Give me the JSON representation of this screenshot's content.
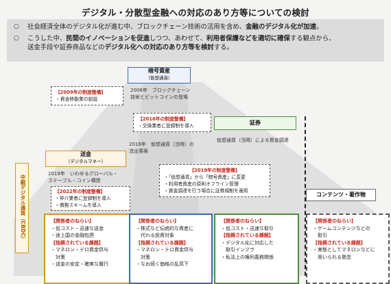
{
  "title": "デジタル・分散型金融への対応のあり方等についての検討",
  "intro": {
    "bullet_mark": "○",
    "b1": [
      "社会経済全体のデジタル化が進む中、ブロックチェーン技術の活用を含め、",
      "金融のデジタル化が加速",
      "。"
    ],
    "b2_line1": [
      "こうした中、",
      "民間のイノベーションを促進",
      "しつつ、あわせて、",
      "利用者保護などを適切に確保",
      "する観点から、"
    ],
    "b2_line2": [
      "送金手段や証券商品などの",
      "デジタル化への対応のあり方等を検討",
      "する。"
    ]
  },
  "crypto": {
    "title": "暗号資産",
    "sub": "（仮想通貨）",
    "note": "2008年　ブロックチェーン\n技術とビットコインの登場",
    "reg2009_head": "【2009年の制度整備】",
    "reg2009_item": "・資金移動業の創設",
    "reg2016_head": "【2016年の制度整備】",
    "reg2016_item": "・交換業者に登録制を導入",
    "note2018": "2018年　仮想通貨（当時）の\n流出事案"
  },
  "securities": {
    "title": "証券",
    "note": "仮想通貨（当時）による資金調達"
  },
  "reg2019": {
    "head": "【2019年の制度整備】",
    "items": [
      "・「仮想通貨」から「暗号資産」に変更",
      "・利用者資産の原則オフライン管理",
      "・資金調達を行う場合に証券規制を適用"
    ]
  },
  "remit": {
    "title": "送金",
    "sub": "（デジタルマネー）",
    "note": "2019年　いわゆるグローバル・\nステーブル・コイン構想",
    "reg2022_head": "【2022年の制度整備】",
    "reg2022_items": [
      "・仲介業者に登録制を導入",
      "・債務スキームを導入"
    ]
  },
  "content": {
    "title": "コンテンツ・著作物"
  },
  "cbdc_label": "中銀デジタル通貨（CBDC）",
  "columns": [
    {
      "aim_head": "【関係者のねらい】",
      "aim_items": [
        "・低コスト・迅速な送金",
        "・途上国の金融包摂"
      ],
      "issue_head": "【指摘されている課題】",
      "issue_items": [
        "・マネロン・テロ資金供与",
        "　対策",
        "・送金の安定・確実な履行"
      ]
    },
    {
      "aim_head": "【関係者のねらい】",
      "aim_items": [
        "・株式など伝統的な資産に",
        "　代わる投資対象"
      ],
      "issue_head": "【指摘されている課題】",
      "issue_items": [
        "・マネロン・テロ資金供与",
        "　対策",
        "・なお続く価格の乱高下"
      ]
    },
    {
      "aim_head": "【関係者のねらい】",
      "aim_items": [
        "・低コスト・迅速な取引"
      ],
      "issue_head": "【指摘されている課題】",
      "issue_items": [
        "・デジタル化に対応した",
        "　取引インフラ",
        "・私法上の権利義務関係"
      ]
    },
    {
      "aim_head": "【関係者のねらい】",
      "aim_items": [
        "・ゲームコンテンツなどの",
        "　取引"
      ],
      "issue_head": "【指摘されている課題】",
      "issue_items": [
        "・実態としてマネロンなどに",
        "　用いられる懸念"
      ]
    }
  ],
  "colors": {
    "orange": "#d8961f",
    "blue": "#3a68b4",
    "green": "#4a8e3a",
    "red": "#c4271c"
  }
}
